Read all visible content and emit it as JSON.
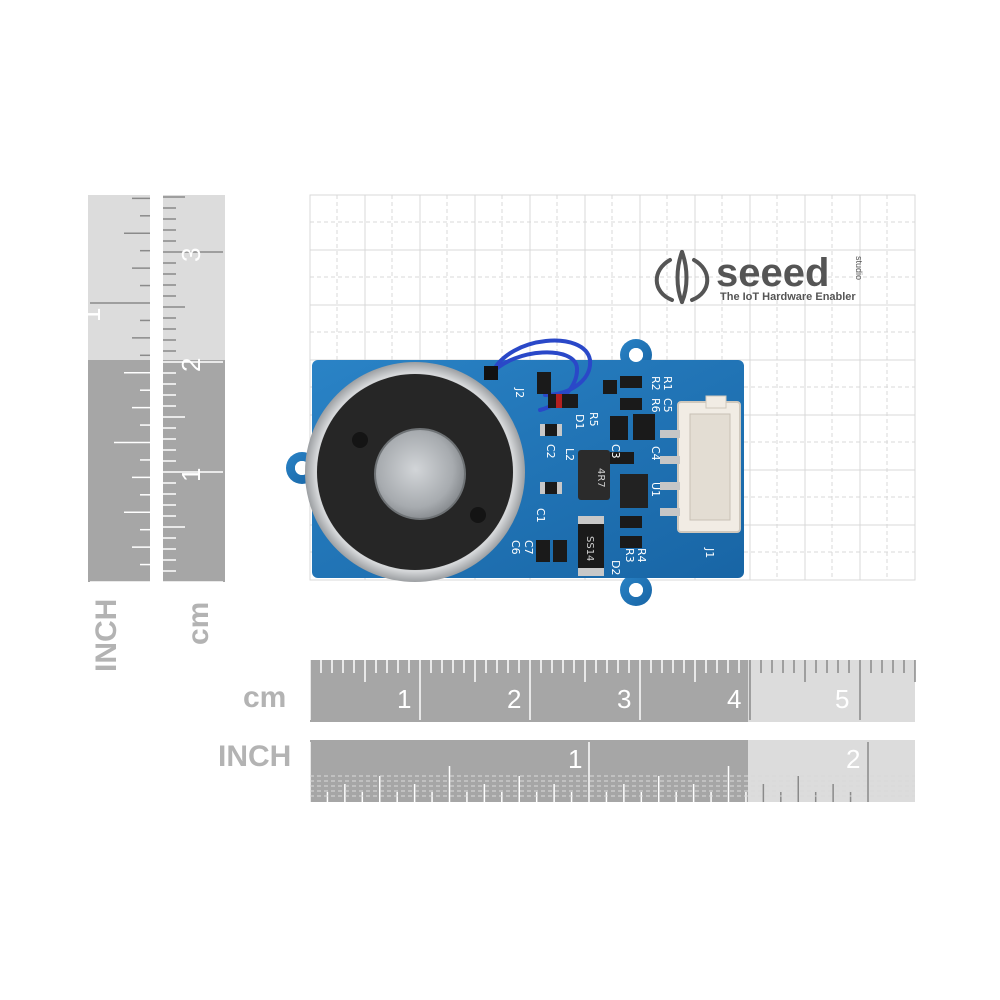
{
  "brand": {
    "name": "seeed",
    "sub": "studio",
    "tagline": "The IoT Hardware Enabler"
  },
  "rulers": {
    "vertical_inch": {
      "unit": "INCH",
      "labels": [
        "1"
      ]
    },
    "vertical_cm": {
      "unit": "cm",
      "labels": [
        "3",
        "2",
        "1"
      ]
    },
    "horizontal_cm": {
      "unit": "cm",
      "labels": [
        "1",
        "2",
        "3",
        "4",
        "5"
      ]
    },
    "horizontal_inch": {
      "unit": "INCH",
      "labels": [
        "1",
        "2"
      ]
    }
  },
  "board": {
    "silkscreen": [
      "J2",
      "D1",
      "R5",
      "C2",
      "L2",
      "C1",
      "C6",
      "C7",
      "R2",
      "R1",
      "R6",
      "C5",
      "C3",
      "C4",
      "U1",
      "R4",
      "R3",
      "D2",
      "J1"
    ],
    "inductor_marking": "4R7",
    "diode_marking": "SS14"
  },
  "colors": {
    "pcb": "#1e74b8",
    "magnet_rim": "#b9bcbf",
    "magnet_face": "#262626",
    "wire": "#2a48c8",
    "connector": "#f1ece4"
  }
}
